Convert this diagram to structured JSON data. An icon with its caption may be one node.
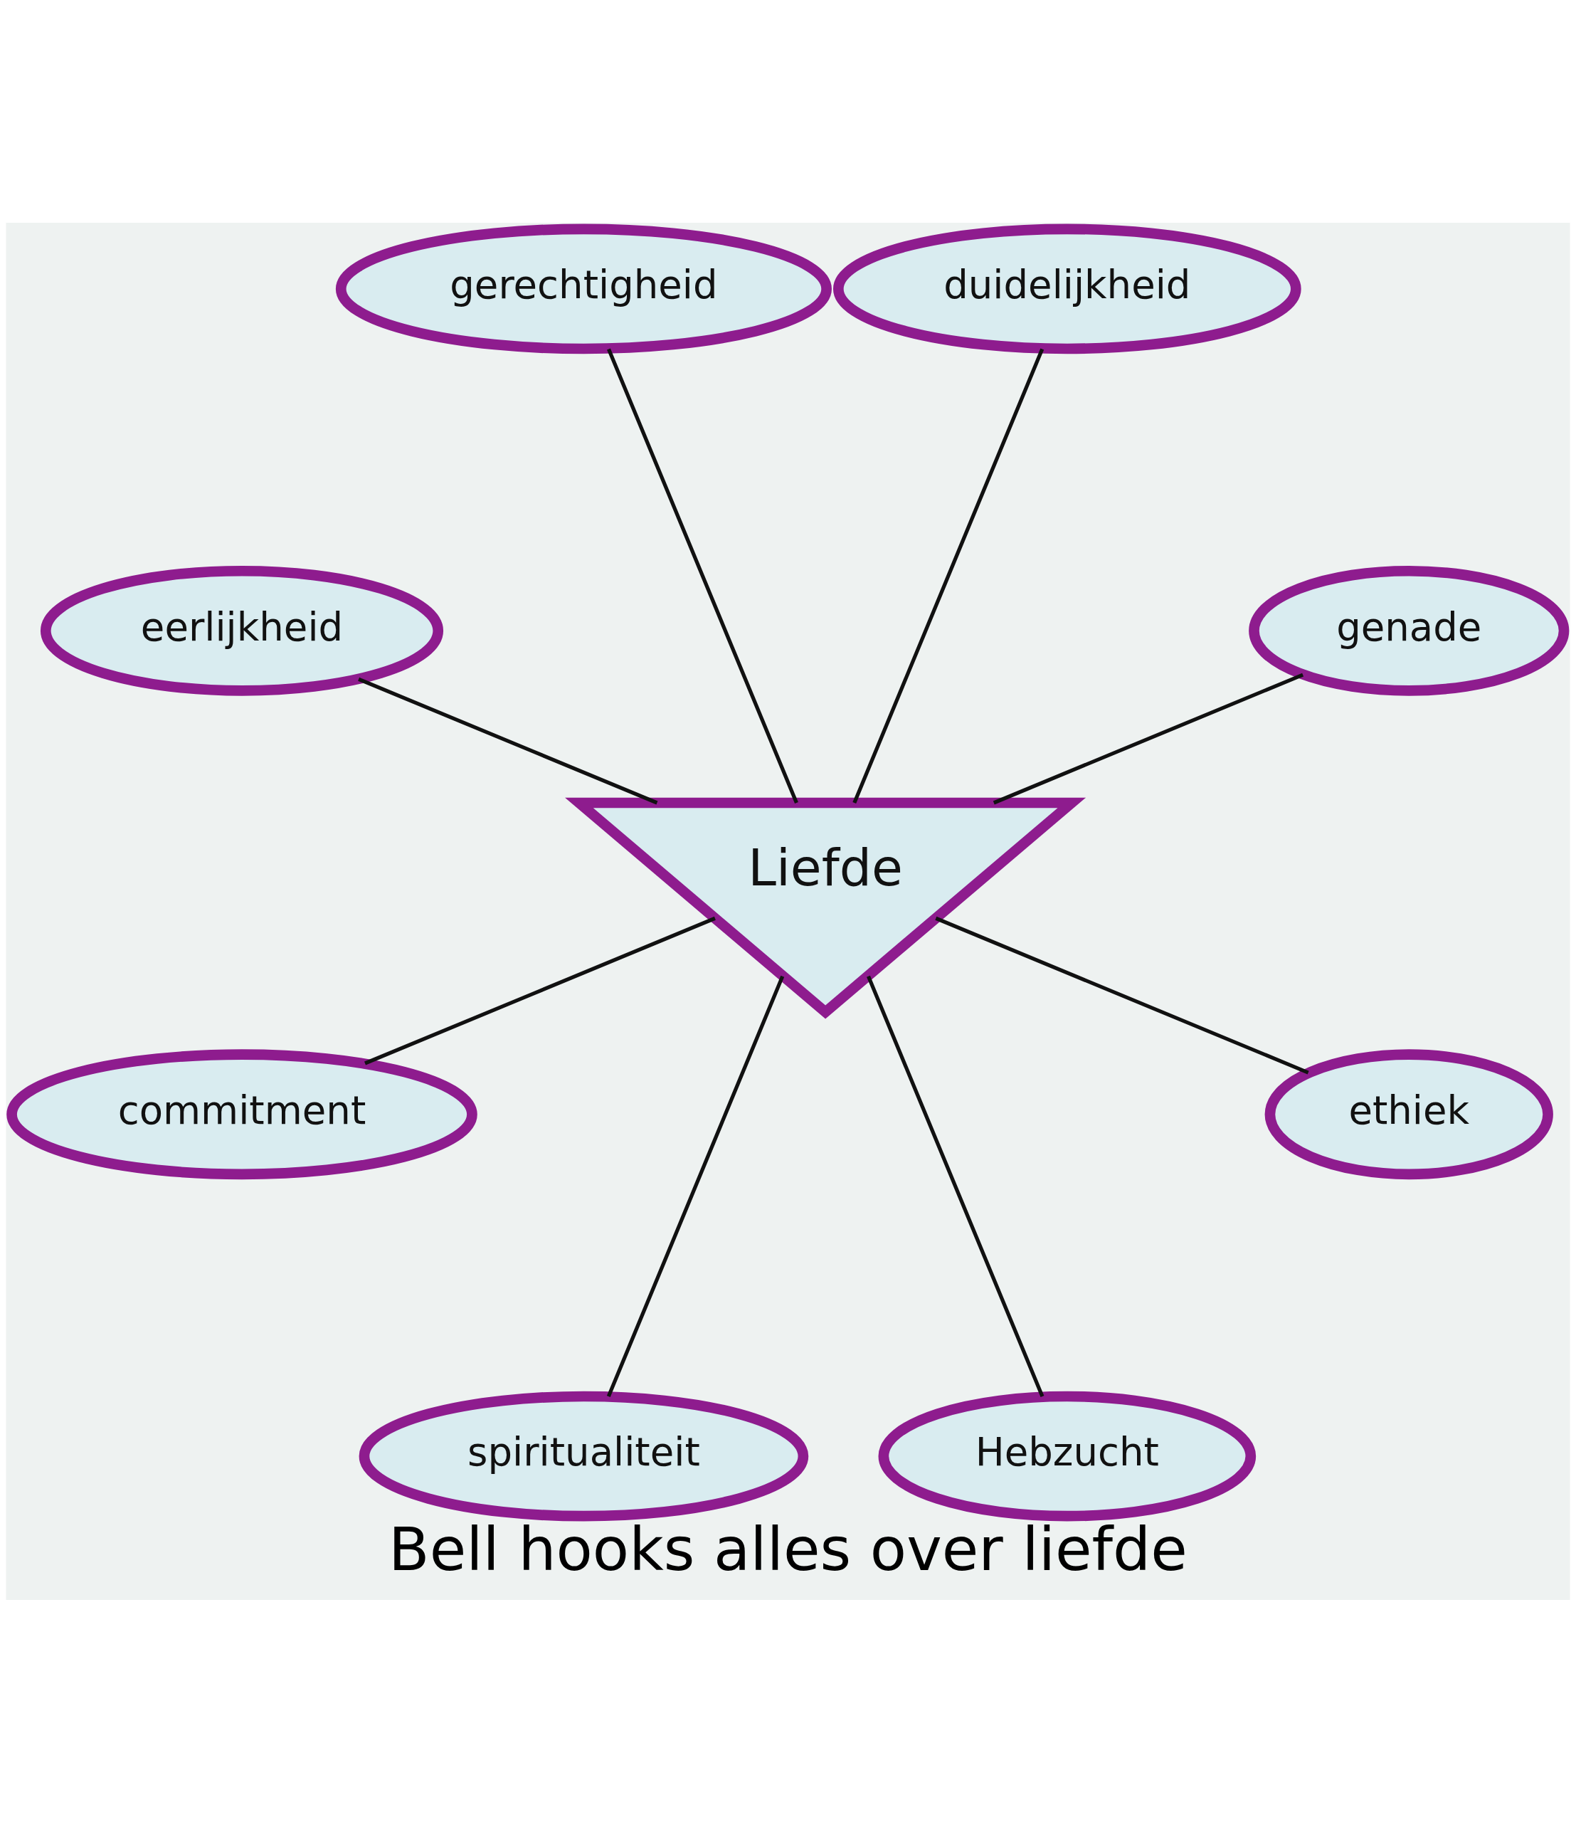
{
  "diagram": {
    "caption": "Bell hooks alles over liefde",
    "nodes": [
      {
        "text": [
          "genade"
        ]
      },
      {
        "text": [
          "duidelijkheid"
        ]
      },
      {
        "text": [
          "gerechtigheid"
        ]
      },
      {
        "text": [
          "Liefde"
        ]
      },
      {
        "text": [
          "eerlijkheid"
        ]
      },
      {
        "text": [
          "commitment"
        ]
      },
      {
        "text": [
          "spiritualiteit"
        ]
      },
      {
        "text": [
          "Hebzucht"
        ]
      },
      {
        "text": [
          "ethiek"
        ]
      }
    ],
    "edges": [
      {
        "from": 3,
        "to": 0,
        "arrow": "none"
      },
      {
        "from": 3,
        "to": 1,
        "arrow": "none"
      },
      {
        "from": 3,
        "to": 2,
        "arrow": "none"
      },
      {
        "from": 3,
        "to": 4,
        "arrow": "none"
      },
      {
        "from": 3,
        "to": 5,
        "arrow": "none"
      },
      {
        "from": 3,
        "to": 6,
        "arrow": "none"
      },
      {
        "from": 3,
        "to": 8,
        "arrow": "none"
      },
      {
        "from": 3,
        "to": 7,
        "arrow": "none"
      }
    ]
  }
}
